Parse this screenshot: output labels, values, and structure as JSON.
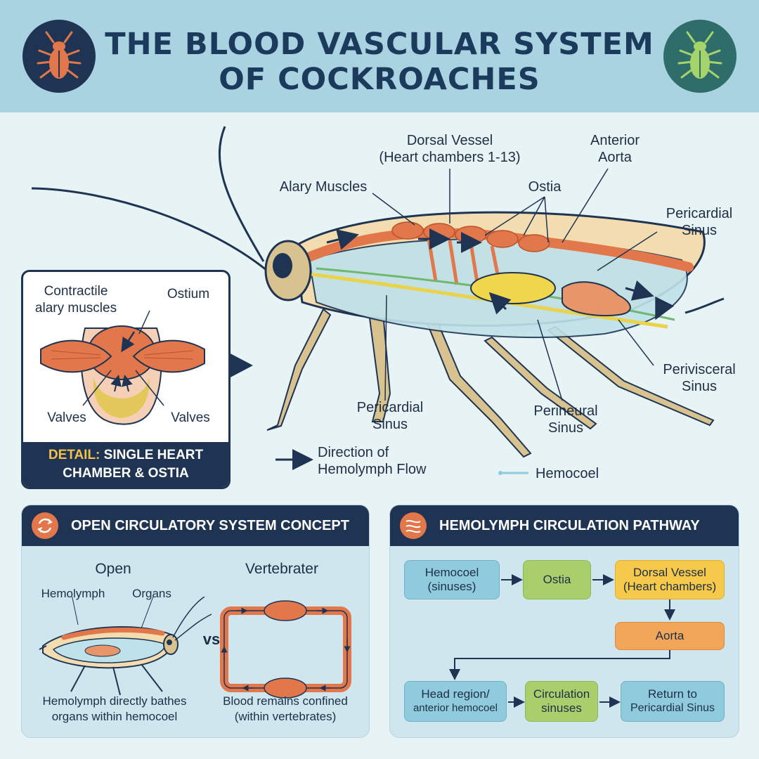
{
  "title": {
    "line1": "THE BLOOD VASCULAR SYSTEM",
    "line2": "OF COCKROACHES"
  },
  "labels": {
    "dorsal_vessel": "Dorsal Vessel",
    "heart_chambers": "(Heart chambers 1-13)",
    "anterior": "Anterior",
    "aorta": "Aorta",
    "alary_muscles": "Alary Muscles",
    "ostia": "Ostia",
    "pericardial_top_1": "Pericardial",
    "pericardial_top_2": "Sinus",
    "perivisceral_1": "Perivisceral",
    "perivisceral_2": "Sinus",
    "pericardial_bottom_1": "Pericardial",
    "pericardial_bottom_2": "Sinus",
    "perineural_1": "Perineural",
    "perineural_2": "Sinus"
  },
  "legend": {
    "flow_1": "Direction of",
    "flow_2": "Hemolymph Flow",
    "hemocoel": "Hemocoel"
  },
  "detail": {
    "contractile_1": "Contractile",
    "contractile_2": "alary muscles",
    "ostium": "Ostium",
    "valves_left": "Valves",
    "valves_right": "Valves",
    "caption_hl": "DETAIL:",
    "caption_1": "SINGLE HEART",
    "caption_2": "CHAMBER & OSTIA"
  },
  "open_panel": {
    "title": "OPEN CIRCULATORY SYSTEM CONCEPT",
    "open_label": "Open",
    "vertebrate_label": "Vertebrater",
    "hemolymph": "Hemolymph",
    "organs": "Organs",
    "vs": "vs",
    "caption_left_1": "Hemolymph directly bathes",
    "caption_left_2": "organs within hemocoel",
    "caption_right_1": "Blood remains confined",
    "caption_right_2": "(within vertebrates)"
  },
  "pathway_panel": {
    "title": "HEMOLYMPH CIRCULATION PATHWAY",
    "steps": [
      {
        "line1": "Hemocoel",
        "line2": "(sinuses)"
      },
      {
        "line1": "Ostia",
        "line2": ""
      },
      {
        "line1": "Dorsal Vessel",
        "line2": "(Heart chambers)"
      },
      {
        "line1": "Aorta",
        "line2": ""
      },
      {
        "line1": "Head region/",
        "line2": "anterior hemocoel"
      },
      {
        "line1": "Circulation",
        "line2": "sinuses"
      },
      {
        "line1": "Return to",
        "line2": "Pericardial Sinus"
      }
    ]
  }
}
